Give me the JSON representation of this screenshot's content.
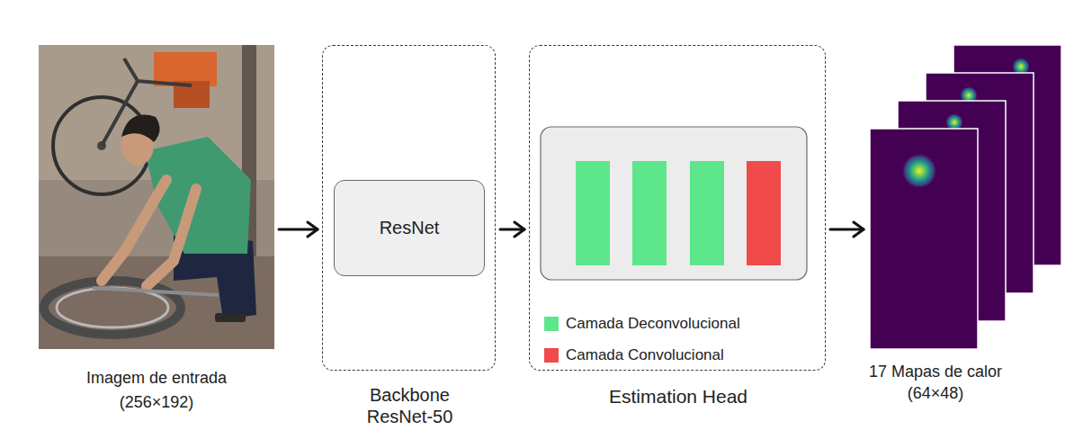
{
  "diagram": {
    "nodes": [
      {
        "text": [
          "Imagem de entrada (256×192)"
        ]
      },
      {
        "text": [
          "Backbone ResNet-50"
        ]
      },
      {
        "text": [
          "ResNet"
        ],
        "in": 1
      },
      {
        "text": [
          "Estimation Head"
        ]
      },
      {
        "text": [
          "17 Mapas de calor (64×48)"
        ]
      }
    ],
    "edges": [
      {
        "from": 0,
        "to": 1,
        "arrow": "to"
      },
      {
        "from": 1,
        "to": 3,
        "arrow": "to"
      },
      {
        "from": 3,
        "to": 4,
        "arrow": "to"
      }
    ],
    "legend": [
      {
        "text": "Camada Deconvolucional",
        "color": "#5ee68c"
      },
      {
        "text": "Camada Convolucional",
        "color": "#f04a4a"
      }
    ]
  }
}
